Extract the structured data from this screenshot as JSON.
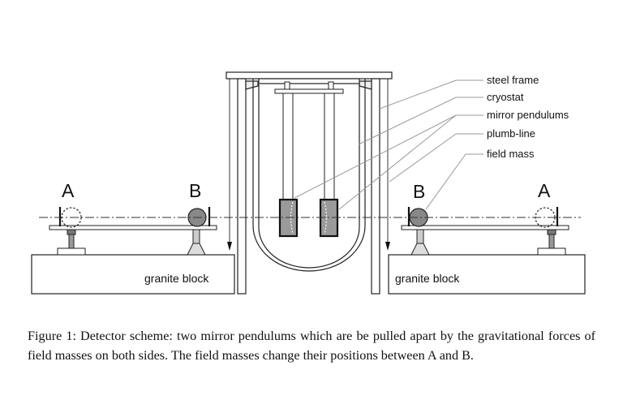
{
  "figure": {
    "callouts": {
      "steel_frame": "steel frame",
      "cryostat": "cryostat",
      "mirror_pendulums": "mirror pendulums",
      "plumb_line": "plumb-line",
      "field_mass": "field mass"
    },
    "positions": {
      "left_a": "A",
      "left_b": "B",
      "right_b": "B",
      "right_a": "A"
    },
    "granite_left": "granite block",
    "granite_right": "granite block"
  },
  "caption": {
    "text": "Figure 1: Detector scheme: two mirror pendulums which are be pulled apart by the gravitational forces of field masses on both sides. The field masses change their positions between A and B."
  }
}
